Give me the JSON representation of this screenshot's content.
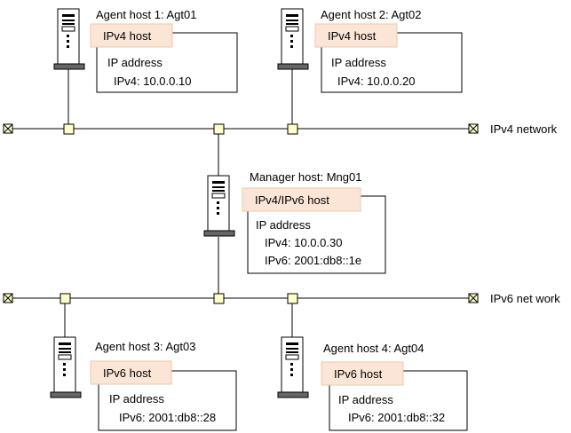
{
  "networks": {
    "ipv4": {
      "label": "IPv4 network"
    },
    "ipv6": {
      "label": "IPv6 net work"
    }
  },
  "hosts": {
    "agt01": {
      "title": "Agent host 1: Agt01",
      "type": "IPv4 host",
      "ip_heading": "IP address",
      "ipv4": "IPv4: 10.0.0.10"
    },
    "agt02": {
      "title": "Agent host 2: Agt02",
      "type": "IPv4 host",
      "ip_heading": "IP address",
      "ipv4": "IPv4: 10.0.0.20"
    },
    "mng01": {
      "title": "Manager host: Mng01",
      "type": "IPv4/IPv6 host",
      "ip_heading": "IP address",
      "ipv4": "IPv4: 10.0.0.30",
      "ipv6": "IPv6: 2001:db8::1e"
    },
    "agt03": {
      "title": "Agent host 3: Agt03",
      "type": "IPv6 host",
      "ip_heading": "IP address",
      "ipv6": "IPv6: 2001:db8::28"
    },
    "agt04": {
      "title": "Agent host 4: Agt04",
      "type": "IPv6 host",
      "ip_heading": "IP address",
      "ipv6": "IPv6: 2001:db8::32"
    }
  },
  "colors": {
    "host_tag_fill": "#fbe5d6",
    "host_tag_border": "#f0c7a6",
    "node_fill": "#ffffcc"
  }
}
